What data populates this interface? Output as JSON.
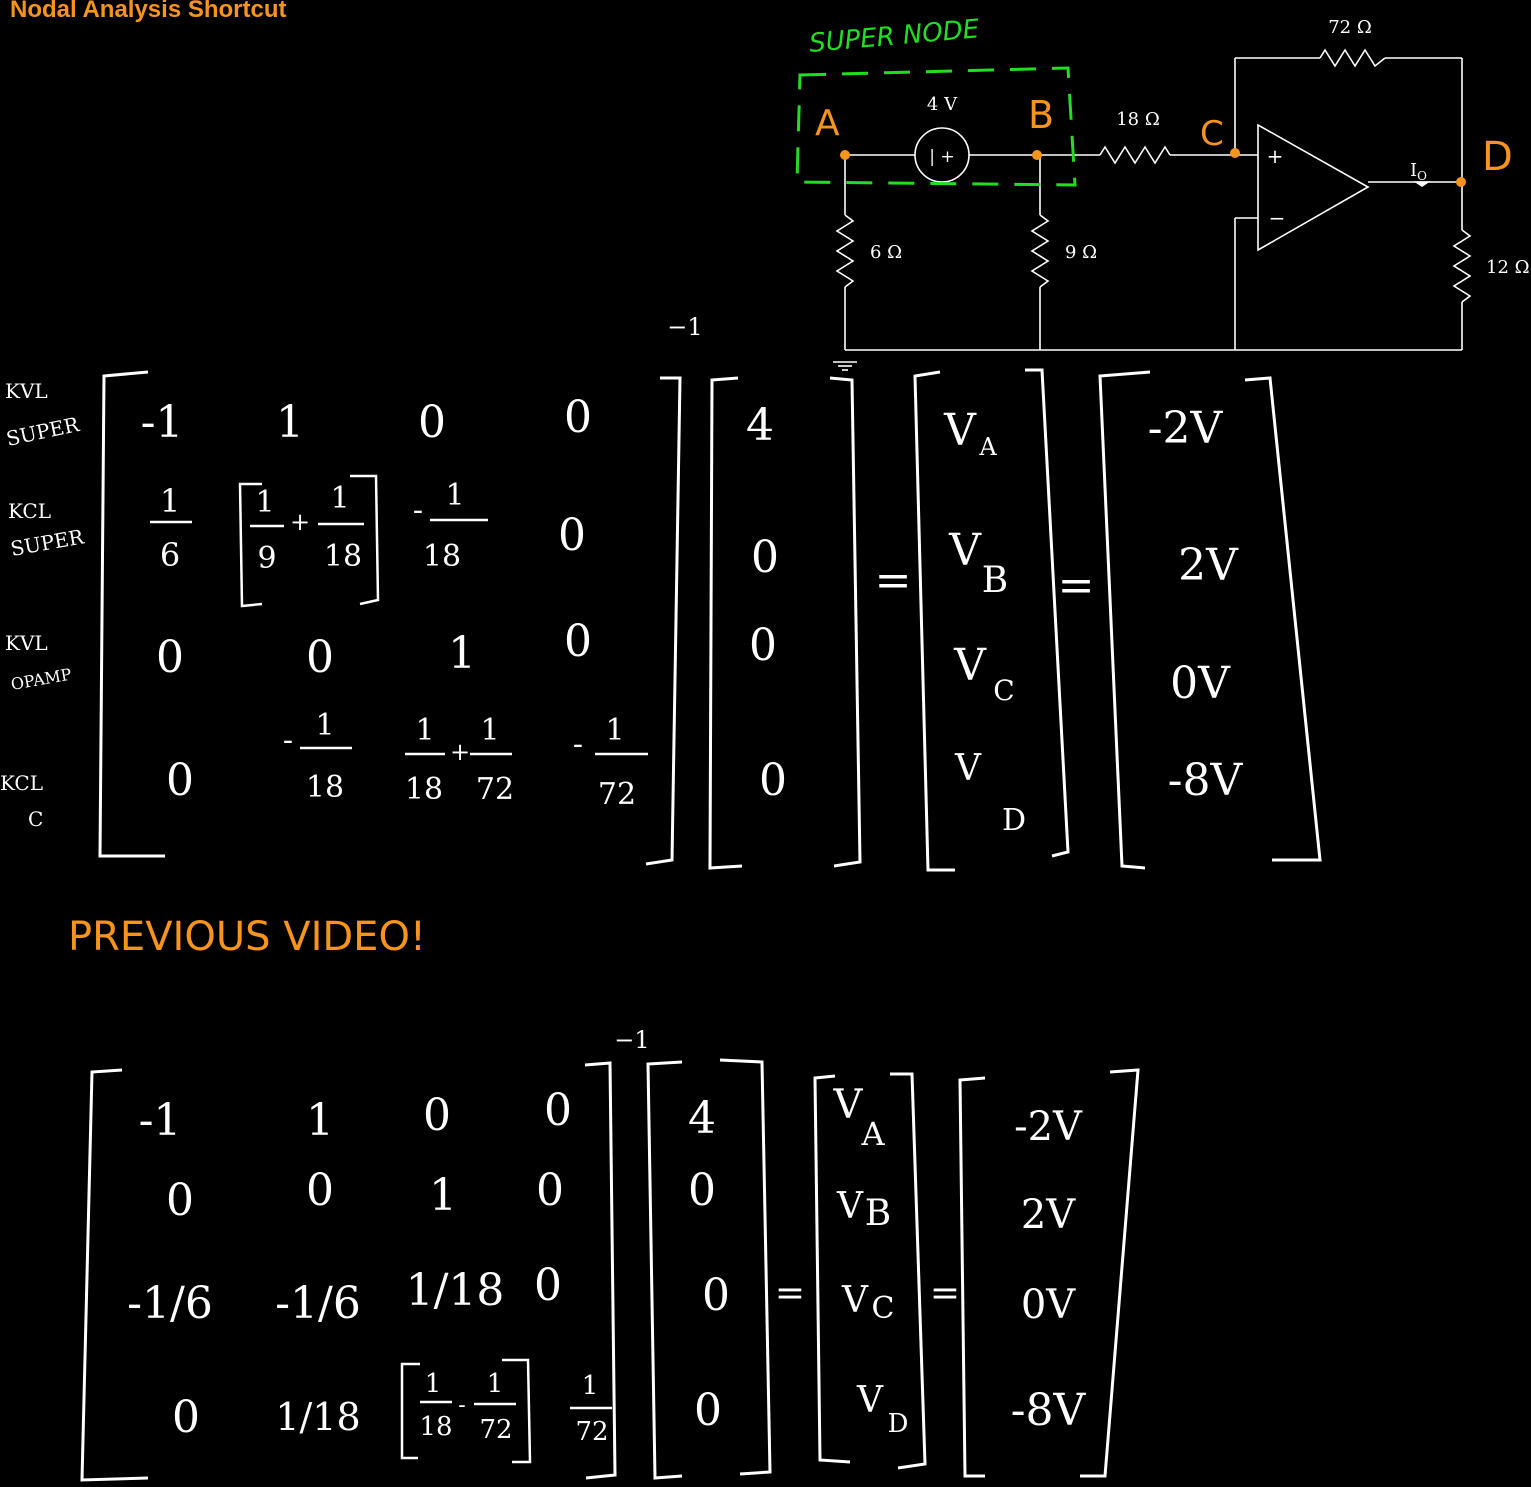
{
  "title": "Nodal Analysis Shortcut",
  "colors": {
    "background": "#000000",
    "ink": "#ffffff",
    "title": "#f7941d",
    "supernode": "#22dd22",
    "node_marker": "#f7941d"
  },
  "circuit": {
    "supernode_label": "SUPER NODE",
    "source_label": "4 V",
    "source_symbol": "| +",
    "resistors": {
      "r6": "6 Ω",
      "r9": "9 Ω",
      "r18": "18 Ω",
      "r72": "72 Ω",
      "r12": "12 Ω"
    },
    "nodes": {
      "a": "A",
      "b": "B",
      "c": "C",
      "d": "D"
    },
    "current_label": "I",
    "current_sub": "O",
    "opamp_plus": "+",
    "opamp_minus": "−"
  },
  "system1": {
    "inverse_mark": "−1",
    "row_labels": [
      [
        "KVL",
        "SUPER"
      ],
      [
        "KCL",
        "SUPER"
      ],
      [
        "KVL",
        "OPAMP"
      ],
      [
        "KCL",
        "C"
      ]
    ],
    "matrix": {
      "r1": [
        "-1",
        "1",
        "0",
        "0"
      ],
      "r2c1": {
        "num": "1",
        "den": "6"
      },
      "r2c2": {
        "t1n": "1",
        "t1d": "9",
        "op": "+",
        "t2n": "1",
        "t2d": "18"
      },
      "r2c3": {
        "sign": "-",
        "num": "1",
        "den": "18"
      },
      "r2c4": "0",
      "r3": [
        "0",
        "0",
        "1",
        "0"
      ],
      "r4c1": "0",
      "r4c2": {
        "sign": "-",
        "num": "1",
        "den": "18"
      },
      "r4c3": {
        "t1n": "1",
        "t1d": "18",
        "op": "+",
        "t2n": "1",
        "t2d": "72"
      },
      "r4c4": {
        "sign": "-",
        "num": "1",
        "den": "72"
      }
    },
    "rhs": [
      "4",
      "0",
      "0",
      "0"
    ],
    "unknowns": [
      {
        "v": "V",
        "sub": "A"
      },
      {
        "v": "V",
        "sub": "B"
      },
      {
        "v": "V",
        "sub": "C"
      },
      {
        "v": "V",
        "sub": "D"
      }
    ],
    "results": [
      "-2V",
      "2V",
      "0V",
      "-8V"
    ],
    "eq": "="
  },
  "previous_label": "PREVIOUS VIDEO!",
  "system2": {
    "inverse_mark": "−1",
    "matrix": {
      "r1": [
        "-1",
        "1",
        "0",
        "0"
      ],
      "r2": [
        "0",
        "0",
        "1",
        "0"
      ],
      "r3": [
        "-1/6",
        "-1/6",
        "1/18",
        "0"
      ],
      "r4c1": "0",
      "r4c2": "1/18",
      "r4c3": {
        "t1n": "1",
        "t1d": "18",
        "op": "-",
        "t2n": "1",
        "t2d": "72"
      },
      "r4c4": {
        "num": "1",
        "den": "72"
      }
    },
    "rhs": [
      "4",
      "0",
      "0",
      "0"
    ],
    "unknowns": [
      {
        "v": "V",
        "sub": "A"
      },
      {
        "v": "V",
        "sub": "B"
      },
      {
        "v": "V",
        "sub": "C"
      },
      {
        "v": "V",
        "sub": "D"
      }
    ],
    "results": [
      "-2V",
      "2V",
      "0V",
      "-8V"
    ],
    "eq": "="
  }
}
